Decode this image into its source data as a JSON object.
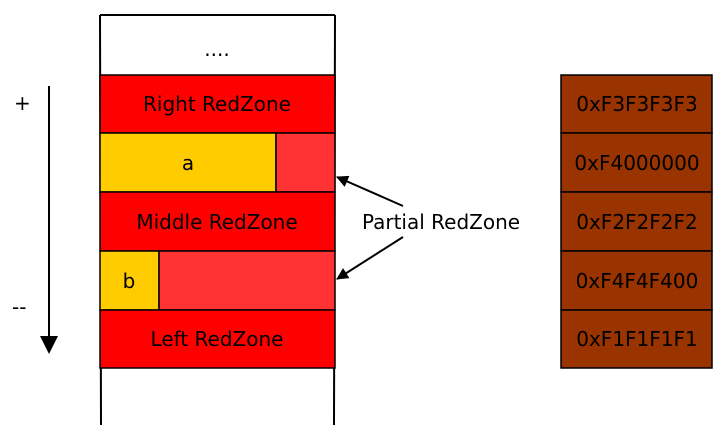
{
  "stack": {
    "top_ellipsis": "....",
    "right_redzone": "Right RedZone",
    "var_a": "a",
    "middle_redzone": "Middle RedZone",
    "var_b": "b",
    "left_redzone": "Left RedZone"
  },
  "annotation": {
    "partial_redzone": "Partial RedZone"
  },
  "direction": {
    "plus": "+",
    "minus": "--"
  },
  "shadow_values": [
    "0xF3F3F3F3",
    "0xF4000000",
    "0xF2F2F2F2",
    "0xF4F4F400",
    "0xF1F1F1F1"
  ],
  "colors": {
    "redzone": "#ff0000",
    "partial": "#ff3333",
    "variable": "#ffcc00",
    "shadow": "#993300",
    "outline": "#000000"
  }
}
